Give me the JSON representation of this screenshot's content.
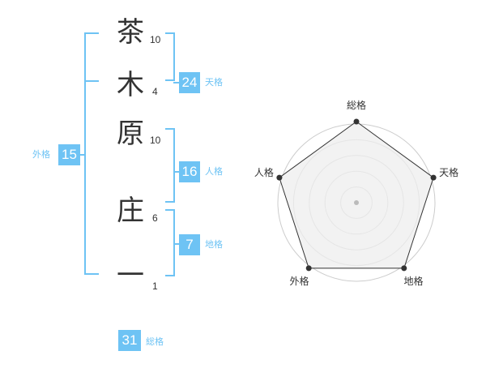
{
  "name": {
    "characters": [
      {
        "char": "茶",
        "strokes": "10"
      },
      {
        "char": "木",
        "strokes": "4"
      },
      {
        "char": "原",
        "strokes": "10"
      },
      {
        "char": "庄",
        "strokes": "6"
      },
      {
        "char": "一",
        "strokes": "1"
      }
    ]
  },
  "fortune": {
    "tenkaku": {
      "value": "24",
      "label": "天格"
    },
    "jinkaku": {
      "value": "16",
      "label": "人格"
    },
    "chikaku": {
      "value": "7",
      "label": "地格"
    },
    "gaikaku": {
      "value": "15",
      "label": "外格"
    },
    "soukaku": {
      "value": "31",
      "label": "総格"
    }
  },
  "radar": {
    "axes": [
      "総格",
      "天格",
      "地格",
      "外格",
      "人格"
    ],
    "values": [
      1.0,
      1.0,
      1.0,
      1.0,
      1.0
    ],
    "rings": 5,
    "colors": {
      "fill": "#eeeeee",
      "stroke": "#333333",
      "ring": "#cccccc",
      "center": "#bbbbbb"
    }
  },
  "colors": {
    "accent": "#6ec3f4",
    "text": "#333333"
  }
}
